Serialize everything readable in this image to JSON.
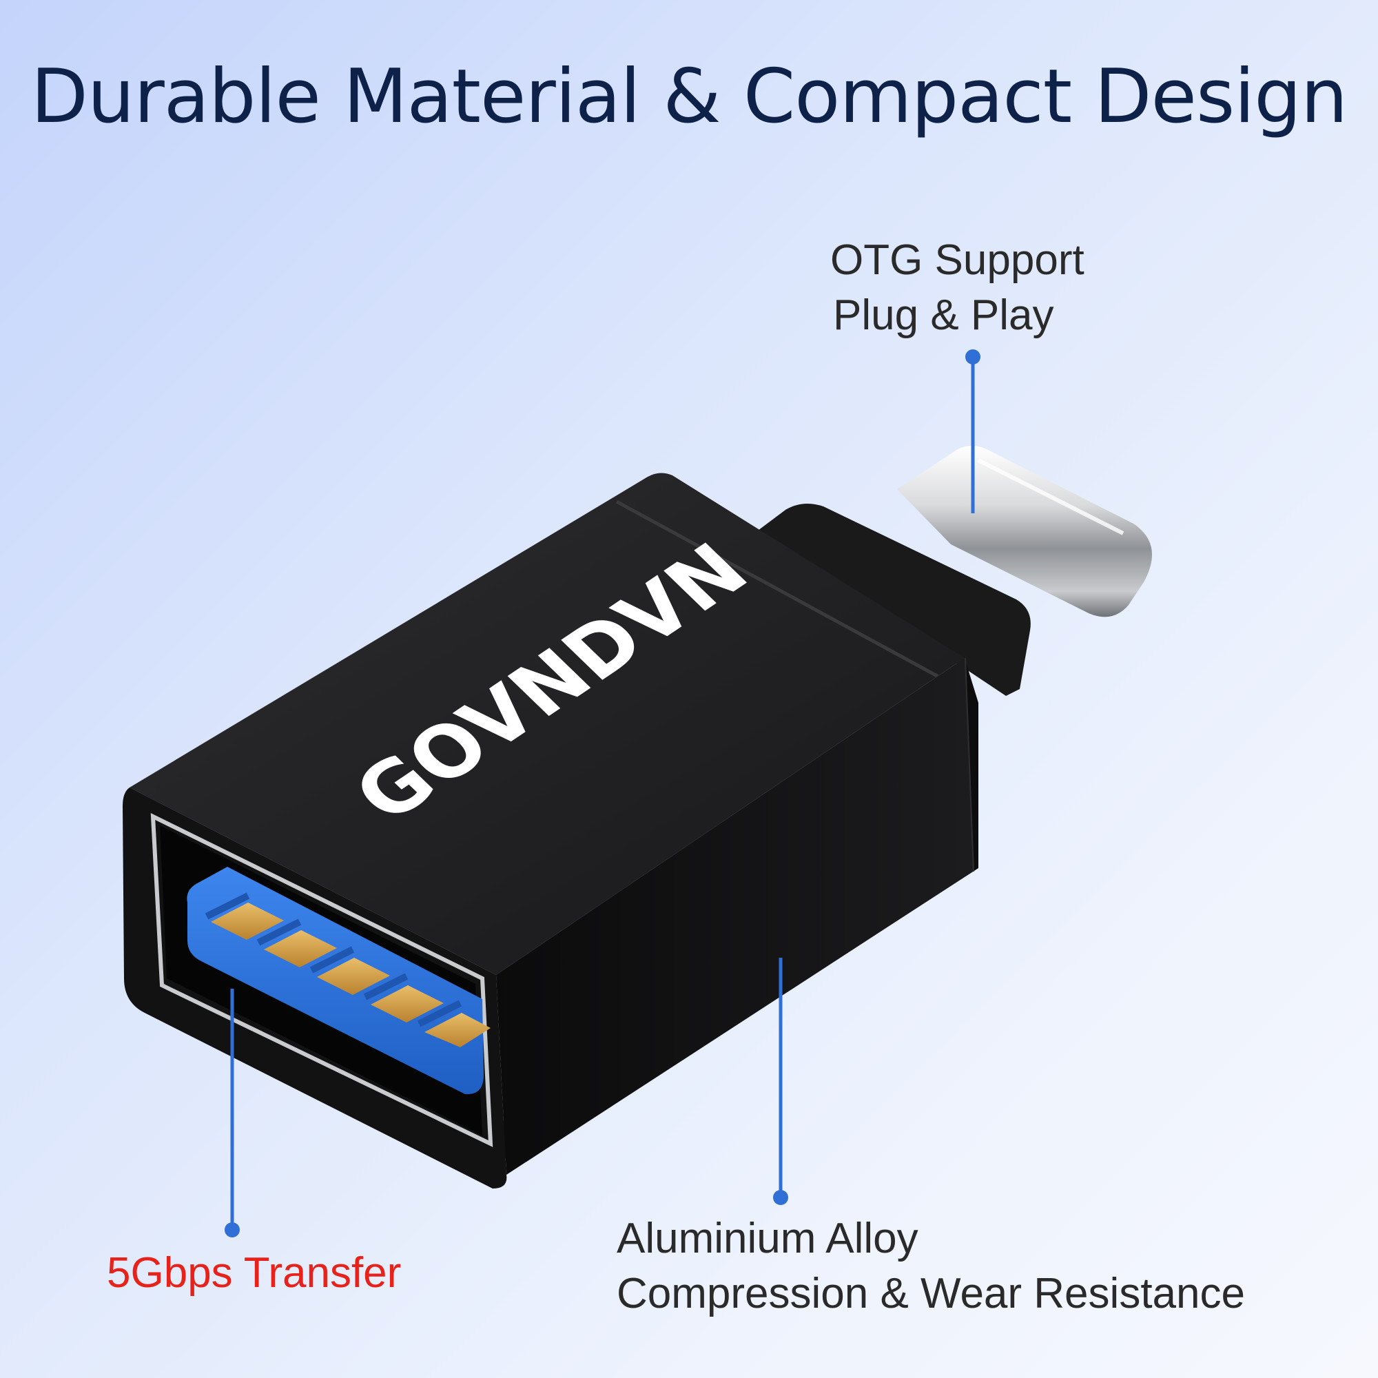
{
  "headline": "Durable Material & Compact Design",
  "brand_logo": "GOVNDVN",
  "callouts": {
    "otg": {
      "line1": "OTG Support",
      "line2": "Plug & Play"
    },
    "alloy": {
      "line1": "Aluminium Alloy",
      "line2": "Compression & Wear Resistance"
    },
    "transfer": {
      "line1": "5Gbps Transfer"
    }
  },
  "colors": {
    "headline": "#0e2148",
    "callout_text": "#2a2a2a",
    "transfer_text": "#e6221b",
    "leader_line": "#2f6fd6",
    "usb_tongue": "#2f78e0",
    "contacts": "#d4a04a"
  }
}
